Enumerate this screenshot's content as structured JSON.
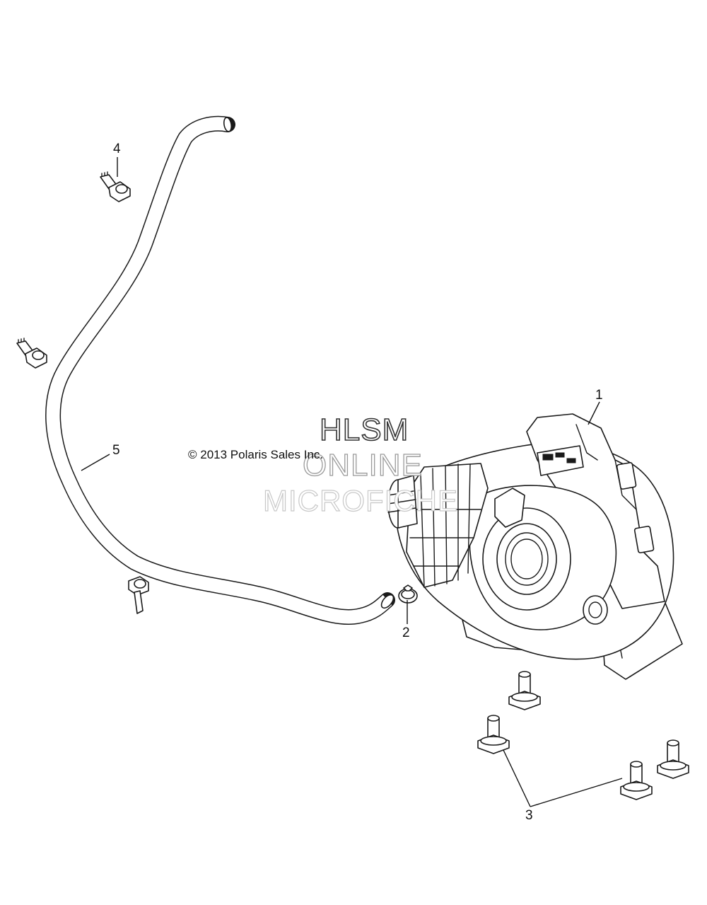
{
  "callouts": {
    "part_1": "1",
    "part_2": "2",
    "part_3": "3",
    "part_4": "4",
    "part_5": "5"
  },
  "copyright": "© 2013 Polaris Sales Inc.",
  "watermark": {
    "line1": "HLSM",
    "line2": "ONLINE",
    "line3": "MICROFICHE"
  }
}
